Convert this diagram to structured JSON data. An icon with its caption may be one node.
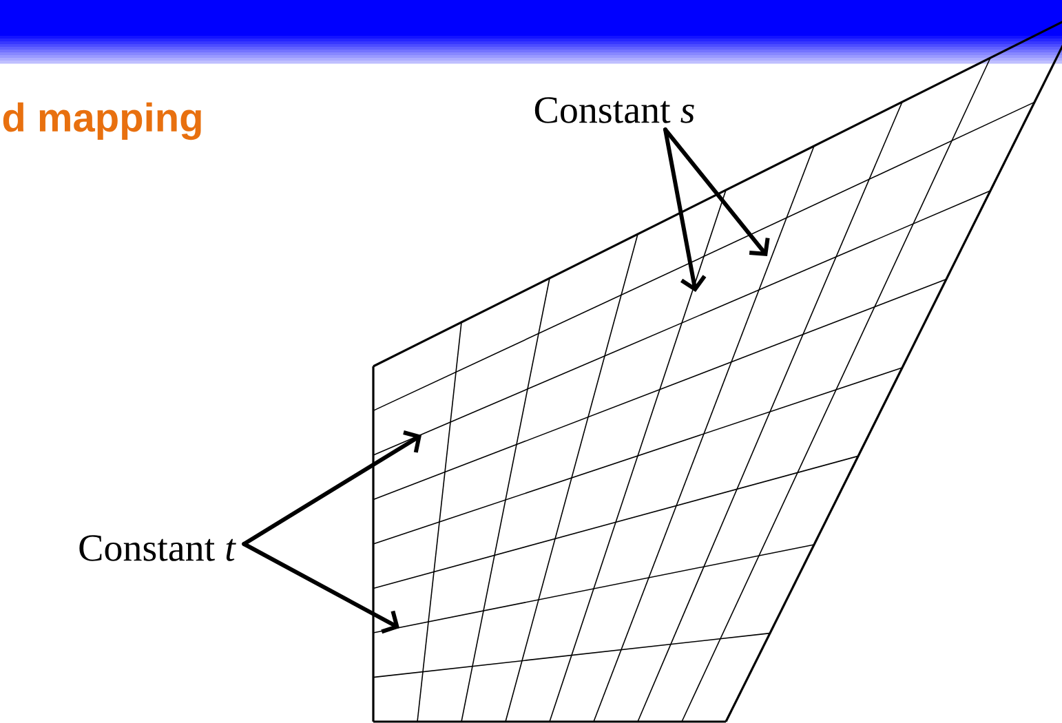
{
  "diagram": {
    "title": "d mapping",
    "nodes": [
      {
        "text": [
          "Constant *s*"
        ]
      },
      {
        "text": [
          "Constant *t*"
        ]
      }
    ],
    "edges": [
      {
        "from": 0,
        "to": null,
        "arrow": "to"
      },
      {
        "from": 0,
        "to": null,
        "arrow": "to"
      },
      {
        "from": 1,
        "to": null,
        "arrow": "to"
      },
      {
        "from": 1,
        "to": null,
        "arrow": "to"
      }
    ]
  }
}
